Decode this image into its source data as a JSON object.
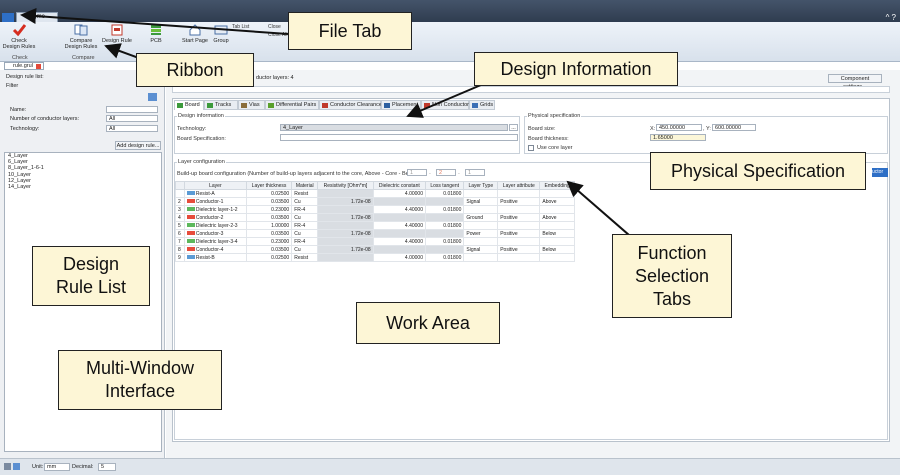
{
  "menubar": {
    "home_tab": "Home",
    "window_controls": "^ ?"
  },
  "ribbon": {
    "buttons": [
      {
        "label": "Check\nDesign Rules",
        "icon": "checkmark-icon"
      },
      {
        "label": "Compare\nDesign Rules",
        "icon": "compare-icon"
      },
      {
        "label": "Design Rule",
        "icon": "design-rule-icon"
      },
      {
        "label": "PCB",
        "icon": "pcb-icon"
      },
      {
        "label": "Start Page",
        "icon": "home-icon"
      },
      {
        "label": "Group",
        "icon": "group-icon"
      }
    ],
    "groups": [
      "Check",
      "Compare"
    ],
    "small_items": [
      "Tab List",
      "Close",
      "Close All"
    ],
    "accent_color": "#2e6fc6"
  },
  "doc_tab": {
    "label": "rule.grul"
  },
  "left_panel": {
    "rule_list_label": "Design rule list:",
    "filter_label": "Filter",
    "name_label": "Name:",
    "name_value": "",
    "conductor_layers_label": "Number of conductor layers:",
    "conductor_layers_value": "All",
    "technology_label": "Technology:",
    "technology_value": "All",
    "add_button": "Add design rule...",
    "rules": [
      "4_Layer",
      "6_Layer",
      "8_Layer_1-6-1",
      "10_Layer",
      "12_Layer",
      "14_Layer"
    ]
  },
  "main": {
    "conductor_layers_text": "ductor layers:  4",
    "component_settings": "Component settings..."
  },
  "function_tabs": [
    {
      "label": "Board",
      "icon": "board-icon",
      "color": "#3c9a3c"
    },
    {
      "label": "Tracks",
      "icon": "tracks-icon",
      "color": "#3c9a3c"
    },
    {
      "label": "Vias",
      "icon": "vias-icon",
      "color": "#8a6d3b"
    },
    {
      "label": "Differential Pairs",
      "icon": "diff-pairs-icon",
      "color": "#5aa02c"
    },
    {
      "label": "Conductor Clearance",
      "icon": "clearance-icon",
      "color": "#c0392b"
    },
    {
      "label": "Placement",
      "icon": "placement-icon",
      "color": "#2c5fa0"
    },
    {
      "label": "Non Conductor",
      "icon": "non-conductor-icon",
      "color": "#c0392b"
    },
    {
      "label": "Grids",
      "icon": "grids-icon",
      "color": "#3b6fb5"
    }
  ],
  "design_info": {
    "heading": "Design information",
    "technology_label": "Technology:",
    "technology_value": "4_Layer",
    "browse": "...",
    "board_spec_label": "Board Specification:",
    "board_spec_value": ""
  },
  "physical_spec": {
    "heading": "Physical specification",
    "board_size_label": "Board size:",
    "x_label": "X:",
    "x_value": "450.00000",
    "y_label": ", Y:",
    "y_value": "600.00000",
    "thickness_label": "Board thickness:",
    "thickness_value": "1.65000",
    "core_layer_label": "Use core layer"
  },
  "layer_config": {
    "heading": "Layer configuration",
    "buildup_text": "Build-up board configuration (Number of build-up layers adjacent to the core, Above - Core - Below):",
    "above": "1",
    "core": "2",
    "below": "1",
    "side_button": "uctor",
    "columns": [
      "",
      "Layer",
      "Layer thickness",
      "Material",
      "Resistivity [Ohm*m]",
      "Dielectric constant",
      "Loss tangent",
      "Layer Type",
      "Layer attribute",
      "Embedding"
    ],
    "rows": [
      {
        "n": "",
        "layer": "Resist-A",
        "swatch": "#5b9bd5",
        "thick": "0.02500",
        "mat": "Resist",
        "res": "",
        "die": "4.00000",
        "loss": "0.01800",
        "type": "",
        "attr": "",
        "emb": ""
      },
      {
        "n": "2",
        "layer": "Conductor-1",
        "swatch": "#e74c3c",
        "thick": "0.03500",
        "mat": "Cu",
        "res": "1.72e-08",
        "die": "",
        "loss": "",
        "type": "Signal",
        "attr": "Positive",
        "emb": "Above"
      },
      {
        "n": "3",
        "layer": "Dielectric layer-1-2",
        "swatch": "#5cb85c",
        "thick": "0.23000",
        "mat": "FR-4",
        "res": "",
        "die": "4.40000",
        "loss": "0.01800",
        "type": "",
        "attr": "",
        "emb": ""
      },
      {
        "n": "4",
        "layer": "Conductor-2",
        "swatch": "#e74c3c",
        "thick": "0.03500",
        "mat": "Cu",
        "res": "1.72e-08",
        "die": "",
        "loss": "",
        "type": "Ground",
        "attr": "Positive",
        "emb": "Above"
      },
      {
        "n": "5",
        "layer": "Dielectric layer-2-3",
        "swatch": "#5cb85c",
        "thick": "1.00000",
        "mat": "FR-4",
        "res": "",
        "die": "4.40000",
        "loss": "0.01800",
        "type": "",
        "attr": "",
        "emb": ""
      },
      {
        "n": "6",
        "layer": "Conductor-3",
        "swatch": "#e74c3c",
        "thick": "0.03500",
        "mat": "Cu",
        "res": "1.72e-08",
        "die": "",
        "loss": "",
        "type": "Power",
        "attr": "Positive",
        "emb": "Below"
      },
      {
        "n": "7",
        "layer": "Dielectric layer-3-4",
        "swatch": "#5cb85c",
        "thick": "0.23000",
        "mat": "FR-4",
        "res": "",
        "die": "4.40000",
        "loss": "0.01800",
        "type": "",
        "attr": "",
        "emb": ""
      },
      {
        "n": "8",
        "layer": "Conductor-4",
        "swatch": "#e74c3c",
        "thick": "0.03500",
        "mat": "Cu",
        "res": "1.72e-08",
        "die": "",
        "loss": "",
        "type": "Signal",
        "attr": "Positive",
        "emb": "Below"
      },
      {
        "n": "9",
        "layer": "Resist-B",
        "swatch": "#5b9bd5",
        "thick": "0.02500",
        "mat": "Resist",
        "res": "",
        "die": "4.00000",
        "loss": "0.01800",
        "type": "",
        "attr": "",
        "emb": ""
      }
    ]
  },
  "statusbar": {
    "unit_label": "Unit:",
    "unit_value": "mm",
    "decimal_label": "Decimal:",
    "decimal_value": "5"
  },
  "callouts": {
    "file_tab": "File Tab",
    "ribbon": "Ribbon",
    "design_information": "Design Information",
    "physical_specification": "Physical Specification",
    "design_rule_list": "Design\nRule List",
    "work_area": "Work Area",
    "function_selection_tabs": "Function\nSelection\nTabs",
    "multi_window": "Multi-Window\nInterface"
  },
  "callout_color": "#fdf6d6"
}
